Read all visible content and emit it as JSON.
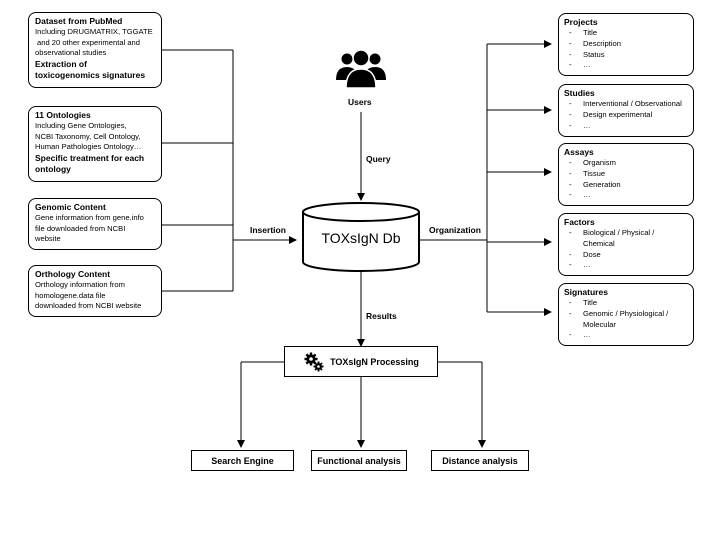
{
  "sources": [
    {
      "title": "Dataset from PubMed",
      "lines": [
        "Including DRUGMATRIX, TGGATE",
        "and 20 other experimental and",
        "observational studies"
      ],
      "extra": [
        "Extraction of",
        "toxicogenomics signatures"
      ]
    },
    {
      "title": "11 Ontologies",
      "lines": [
        "Including Gene Ontologies,",
        "NCBI Taxonomy, Cell Ontology,",
        "Human Pathologies Ontology…"
      ],
      "extra": [
        "Specific treatment for each",
        "ontology"
      ]
    },
    {
      "title": "Genomic Content",
      "lines": [
        "Gene information from gene.info",
        "file downloaded from NCBI",
        "website"
      ],
      "extra": []
    },
    {
      "title": "Orthology Content",
      "lines": [
        "Orthology information from",
        "homologene.data file",
        "downloaded from NCBI website"
      ],
      "extra": []
    }
  ],
  "users_label": "Users",
  "query_label": "Query",
  "insertion_label": "Insertion",
  "organization_label": "Organization",
  "results_label": "Results",
  "db_label": "TOXsIgN Db",
  "processing_label": "TOXsIgN Processing",
  "outputs": [
    "Search Engine",
    "Functional analysis",
    "Distance analysis"
  ],
  "entities": [
    {
      "title": "Projects",
      "items": [
        "Title",
        "Description",
        "Status",
        "…"
      ]
    },
    {
      "title": "Studies",
      "items": [
        "Interventional / Observational",
        "Design experimental",
        "…"
      ]
    },
    {
      "title": "Assays",
      "items": [
        "Organism",
        "Tissue",
        "Generation",
        "…"
      ]
    },
    {
      "title": "Factors",
      "items": [
        "Biological / Physical /",
        "Chemical",
        "Dose",
        "…"
      ]
    },
    {
      "title": "Signatures",
      "items": [
        "Title",
        "Genomic / Physiological /",
        "Molecular",
        "…"
      ]
    }
  ],
  "icons": {
    "users": "users-group-icon",
    "processing": "gears-icon"
  }
}
